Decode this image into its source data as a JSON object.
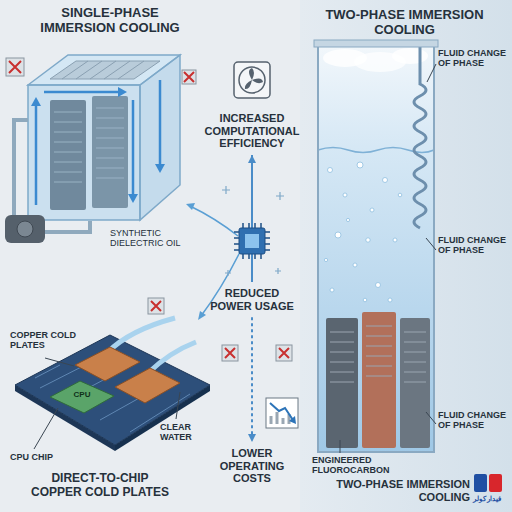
{
  "diagram": {
    "nodes": [
      {
        "text": [
          "SINGLE-PHASE IMMERSION COOLING",
          "SYNTHETIC DIELECTRIC OIL"
        ]
      },
      {
        "text": [
          "INCREASED COMPUTATIONAL EFFICIENCY"
        ]
      },
      {
        "text": [
          "REDUCED POWER USAGE"
        ]
      },
      {
        "text": [
          "LOWER OPERATING COSTS"
        ]
      },
      {
        "text": [
          "TWO-PHASE IMMERSION COOLING",
          "FLUID CHANGE OF PHASE",
          "FLUID CHANGE OF PHASE",
          "ENGINEERED FLUOROCARBON",
          "FLUID CHANGE OF PHASE",
          "TWO-PHASE IMMERSION COOLING"
        ]
      },
      {
        "text": [
          "COPPER COLD PLATES",
          "CPU",
          "CPU CHIP",
          "CLEAR WATER",
          "DIRECT-TO-CHIP COPPER COLD PLATES"
        ]
      }
    ],
    "edges": [
      {
        "from": 2,
        "to": 1,
        "arrow": "to"
      },
      {
        "from": 2,
        "to": 3,
        "arrow": "to"
      }
    ],
    "labels": [
      "فیدار کولر"
    ]
  }
}
